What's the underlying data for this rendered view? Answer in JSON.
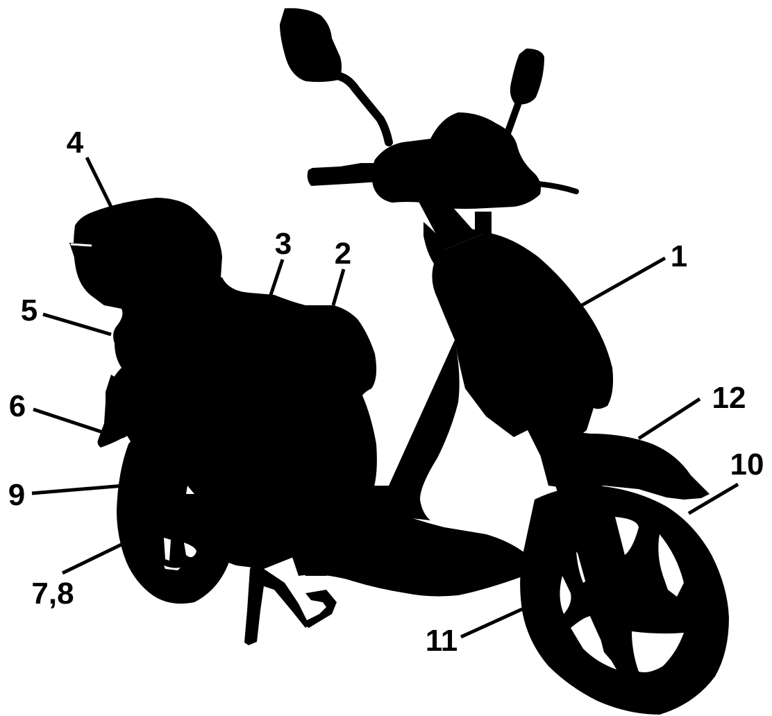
{
  "colors": {
    "silhouette": "#000000",
    "background": "#ffffff",
    "leader_line": "#000000",
    "label_text": "#000000"
  },
  "callouts": [
    {
      "id": "1",
      "label": "1"
    },
    {
      "id": "2",
      "label": "2"
    },
    {
      "id": "3",
      "label": "3"
    },
    {
      "id": "4",
      "label": "4"
    },
    {
      "id": "5",
      "label": "5"
    },
    {
      "id": "6",
      "label": "6"
    },
    {
      "id": "7-8",
      "label": "7,8"
    },
    {
      "id": "9",
      "label": "9"
    },
    {
      "id": "10",
      "label": "10"
    },
    {
      "id": "11",
      "label": "11"
    },
    {
      "id": "12",
      "label": "12"
    }
  ]
}
